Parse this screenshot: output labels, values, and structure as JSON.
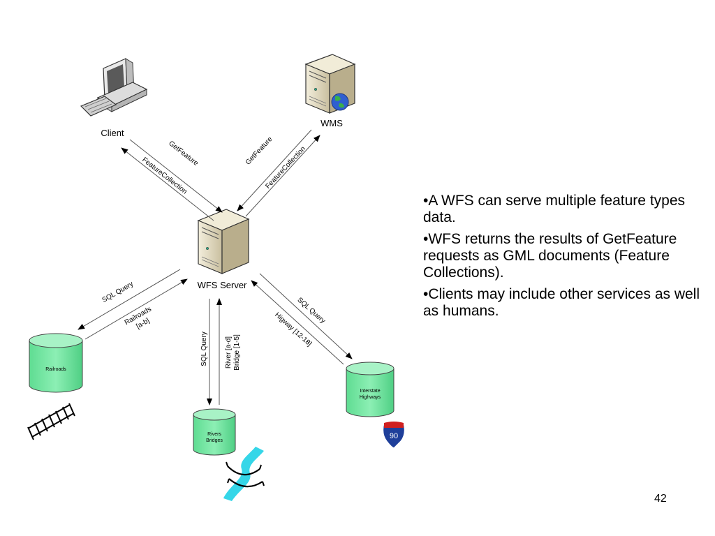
{
  "nodes": {
    "client": "Client",
    "wms": "WMS",
    "wfs_server": "WFS Server",
    "railroads_db": "Railroads",
    "rivers_db": [
      "Rivers",
      "Bridges"
    ],
    "interstate_db": [
      "Interstate",
      "Highways"
    ]
  },
  "edges": {
    "client_getfeature": "GetFeature",
    "client_featurecollection": "FeatureCollection",
    "wms_getfeature": "GetFeature",
    "wms_featurecollection": "FeatureCollection",
    "railroads_query": "SQL Query",
    "railroads_result": [
      "Railroads",
      "[a-b]"
    ],
    "rivers_query": "SQL Query",
    "rivers_result": [
      "River [a-d]",
      "Bridge [1-5]"
    ],
    "interstate_query": "SQL Query",
    "interstate_result": "Higway [12-18]"
  },
  "shield_number": "90",
  "bullets": [
    "•A WFS can serve multiple feature types data.",
    "•WFS returns the results of GetFeature requests as GML documents (Feature Collections).",
    "•Clients may include other services as well as humans."
  ],
  "page_number": "42",
  "colors": {
    "db_fill": "#6fe6a0",
    "db_top": "#a8f2c6",
    "river": "#35d6e8",
    "shield_blue": "#1f3f9a",
    "shield_red": "#d02020",
    "server_beige": "#e8dfc4"
  }
}
